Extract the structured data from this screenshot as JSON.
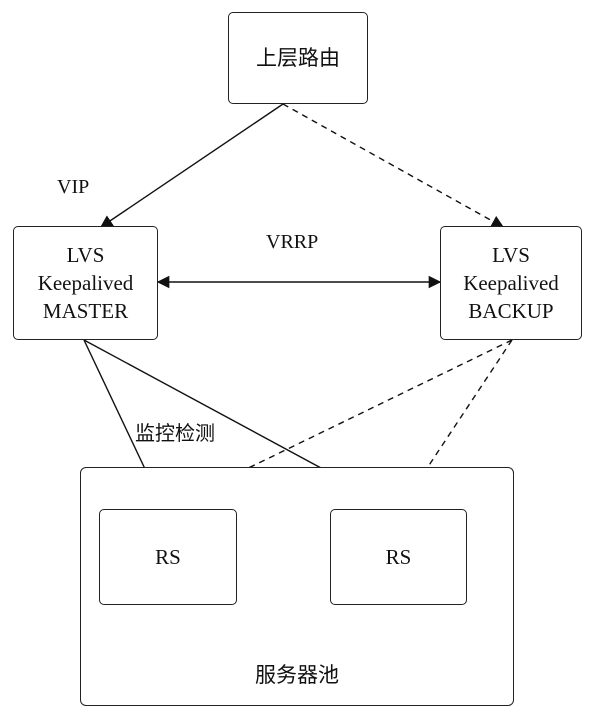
{
  "nodes": {
    "upper_router": {
      "label": "上层路由"
    },
    "lvs_master": {
      "lines": [
        "LVS",
        "Keepalived",
        "MASTER"
      ]
    },
    "lvs_backup": {
      "lines": [
        "LVS",
        "Keepalived",
        "BACKUP"
      ]
    },
    "server_pool": {
      "label": "服务器池"
    },
    "rs_left": {
      "label": "RS"
    },
    "rs_right": {
      "label": "RS"
    }
  },
  "edge_labels": {
    "vip": "VIP",
    "vrrp": "VRRP",
    "health_check": "监控检测"
  }
}
